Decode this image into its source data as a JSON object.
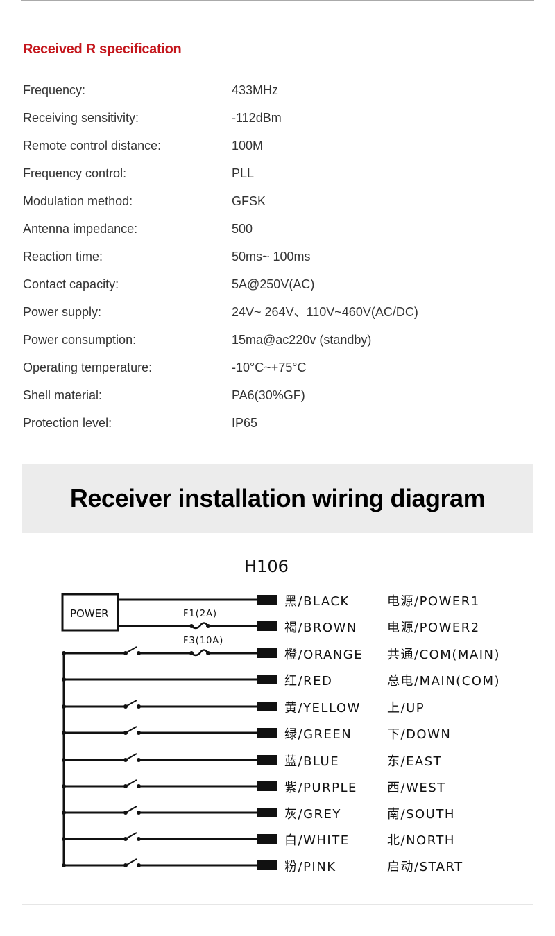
{
  "section_title": "Received R specification",
  "specs": [
    {
      "label": "Frequency:",
      "value": "433MHz"
    },
    {
      "label": "Receiving sensitivity:",
      "value": "-112dBm"
    },
    {
      "label": "Remote control distance:",
      "value": "100M"
    },
    {
      "label": "Frequency control:",
      "value": "PLL"
    },
    {
      "label": "Modulation method:",
      "value": "GFSK"
    },
    {
      "label": "Antenna impedance:",
      "value": "500"
    },
    {
      "label": "Reaction time:",
      "value": "50ms~ 100ms"
    },
    {
      "label": "Contact capacity:",
      "value": "5A@250V(AC)"
    },
    {
      "label": "Power supply:",
      "value": "24V~ 264V、110V~460V(AC/DC)"
    },
    {
      "label": "Power consumption:",
      "value": "15ma@ac220v (standby)"
    },
    {
      "label": "Operating temperature:",
      "value": "-10°C~+75°C"
    },
    {
      "label": "Shell material:",
      "value": "PA6(30%GF)"
    },
    {
      "label": "Protection level:",
      "value": "IP65"
    }
  ],
  "diagram": {
    "title": "Receiver installation wiring diagram",
    "model": "H106",
    "power_label": "POWER",
    "fuse1": "F1(2A)",
    "fuse3": "F3(10A)",
    "wires": [
      {
        "color": "黑/BLACK",
        "function": "电源/POWER1"
      },
      {
        "color": "褐/BROWN",
        "function": "电源/POWER2"
      },
      {
        "color": "橙/ORANGE",
        "function": "共通/COM(MAIN)"
      },
      {
        "color": "红/RED",
        "function": "总电/MAIN(COM)"
      },
      {
        "color": "黄/YELLOW",
        "function": "上/UP"
      },
      {
        "color": "绿/GREEN",
        "function": "下/DOWN"
      },
      {
        "color": "蓝/BLUE",
        "function": "东/EAST"
      },
      {
        "color": "紫/PURPLE",
        "function": "西/WEST"
      },
      {
        "color": "灰/GREY",
        "function": "南/SOUTH"
      },
      {
        "color": "白/WHITE",
        "function": "北/NORTH"
      },
      {
        "color": "粉/PINK",
        "function": "启动/START"
      }
    ]
  }
}
